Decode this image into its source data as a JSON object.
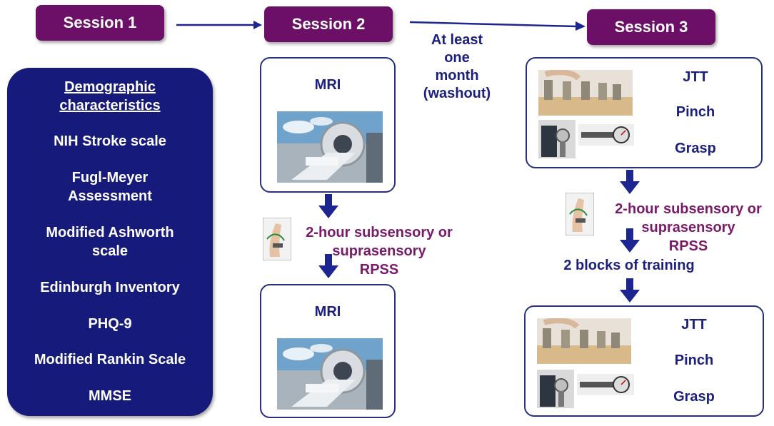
{
  "sessions": {
    "s1": "Session 1",
    "s2": "Session 2",
    "s3": "Session 3"
  },
  "washout": [
    "At least",
    "one",
    "month",
    "(washout)"
  ],
  "demographics": {
    "title_lines": [
      "Demographic",
      "characteristics"
    ],
    "items": [
      [
        "NIH Stroke scale"
      ],
      [
        "Fugl-Meyer",
        "Assessment"
      ],
      [
        "Modified Ashworth",
        "scale"
      ],
      [
        "Edinburgh Inventory"
      ],
      [
        "PHQ-9"
      ],
      [
        "Modified Rankin Scale"
      ],
      [
        "MMSE"
      ]
    ]
  },
  "session2": {
    "mri_top": "MRI",
    "mri_bottom": "MRI",
    "rpss_lines": [
      "2-hour subsensory or",
      "suprasensory",
      "RPSS"
    ]
  },
  "session3": {
    "tests_top": [
      "JTT",
      "Pinch",
      "Grasp"
    ],
    "tests_bottom": [
      "JTT",
      "Pinch",
      "Grasp"
    ],
    "rpss_lines": [
      "2-hour subsensory or",
      "suprasensory",
      "RPSS"
    ],
    "training": "2 blocks of training"
  },
  "colors": {
    "session_bg": "#6b1066",
    "navy": "#161a7a",
    "purple_text": "#7a1a6a",
    "arrow": "#1c2590"
  }
}
